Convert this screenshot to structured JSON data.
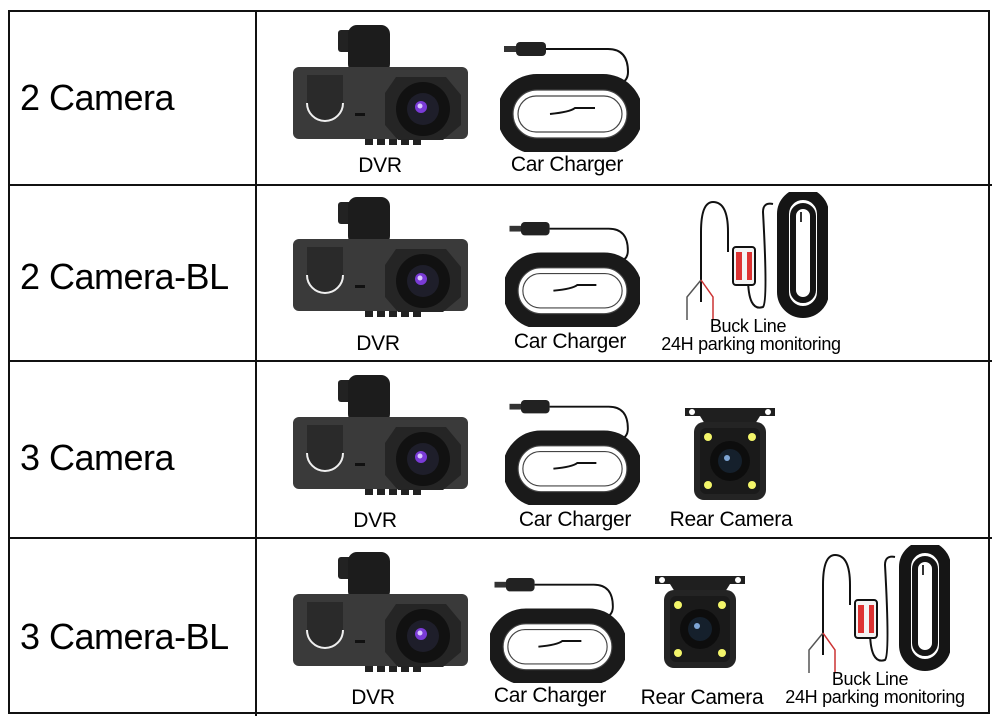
{
  "rows": [
    {
      "label": "2 Camera",
      "items": {
        "dvr": "DVR",
        "charger": "Car Charger"
      }
    },
    {
      "label": "2 Camera-BL",
      "items": {
        "dvr": "DVR",
        "charger": "Car Charger",
        "buck_line": "Buck Line",
        "buck_line_sub": "24H parking monitoring"
      }
    },
    {
      "label": "3 Camera",
      "items": {
        "dvr": "DVR",
        "charger": "Car Charger",
        "rear_camera": "Rear Camera"
      }
    },
    {
      "label": "3 Camera-BL",
      "items": {
        "dvr": "DVR",
        "charger": "Car Charger",
        "rear_camera": "Rear Camera",
        "buck_line": "Buck Line",
        "buck_line_sub": "24H parking monitoring"
      }
    }
  ]
}
